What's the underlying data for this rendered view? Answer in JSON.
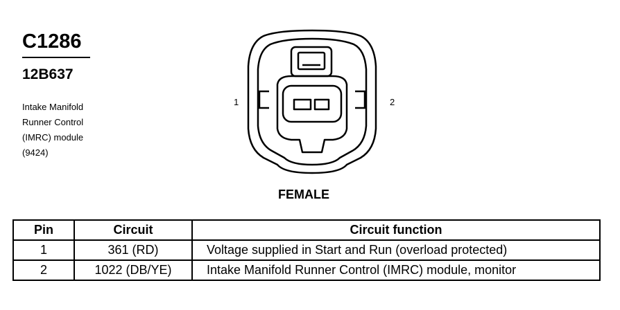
{
  "connector": {
    "id": "C1286",
    "part_number": "12B637",
    "description_lines": [
      "Intake Manifold",
      "Runner Control",
      "(IMRC) module",
      "(9424)"
    ],
    "gender": "FEMALE",
    "pin_labels": {
      "left": "1",
      "right": "2"
    }
  },
  "table": {
    "headers": [
      "Pin",
      "Circuit",
      "Circuit function"
    ],
    "rows": [
      {
        "pin": "1",
        "circuit": "361 (RD)",
        "function": "Voltage supplied in Start and Run (overload protected)"
      },
      {
        "pin": "2",
        "circuit": "1022 (DB/YE)",
        "function": "Intake Manifold Runner Control (IMRC) module, monitor"
      }
    ]
  }
}
